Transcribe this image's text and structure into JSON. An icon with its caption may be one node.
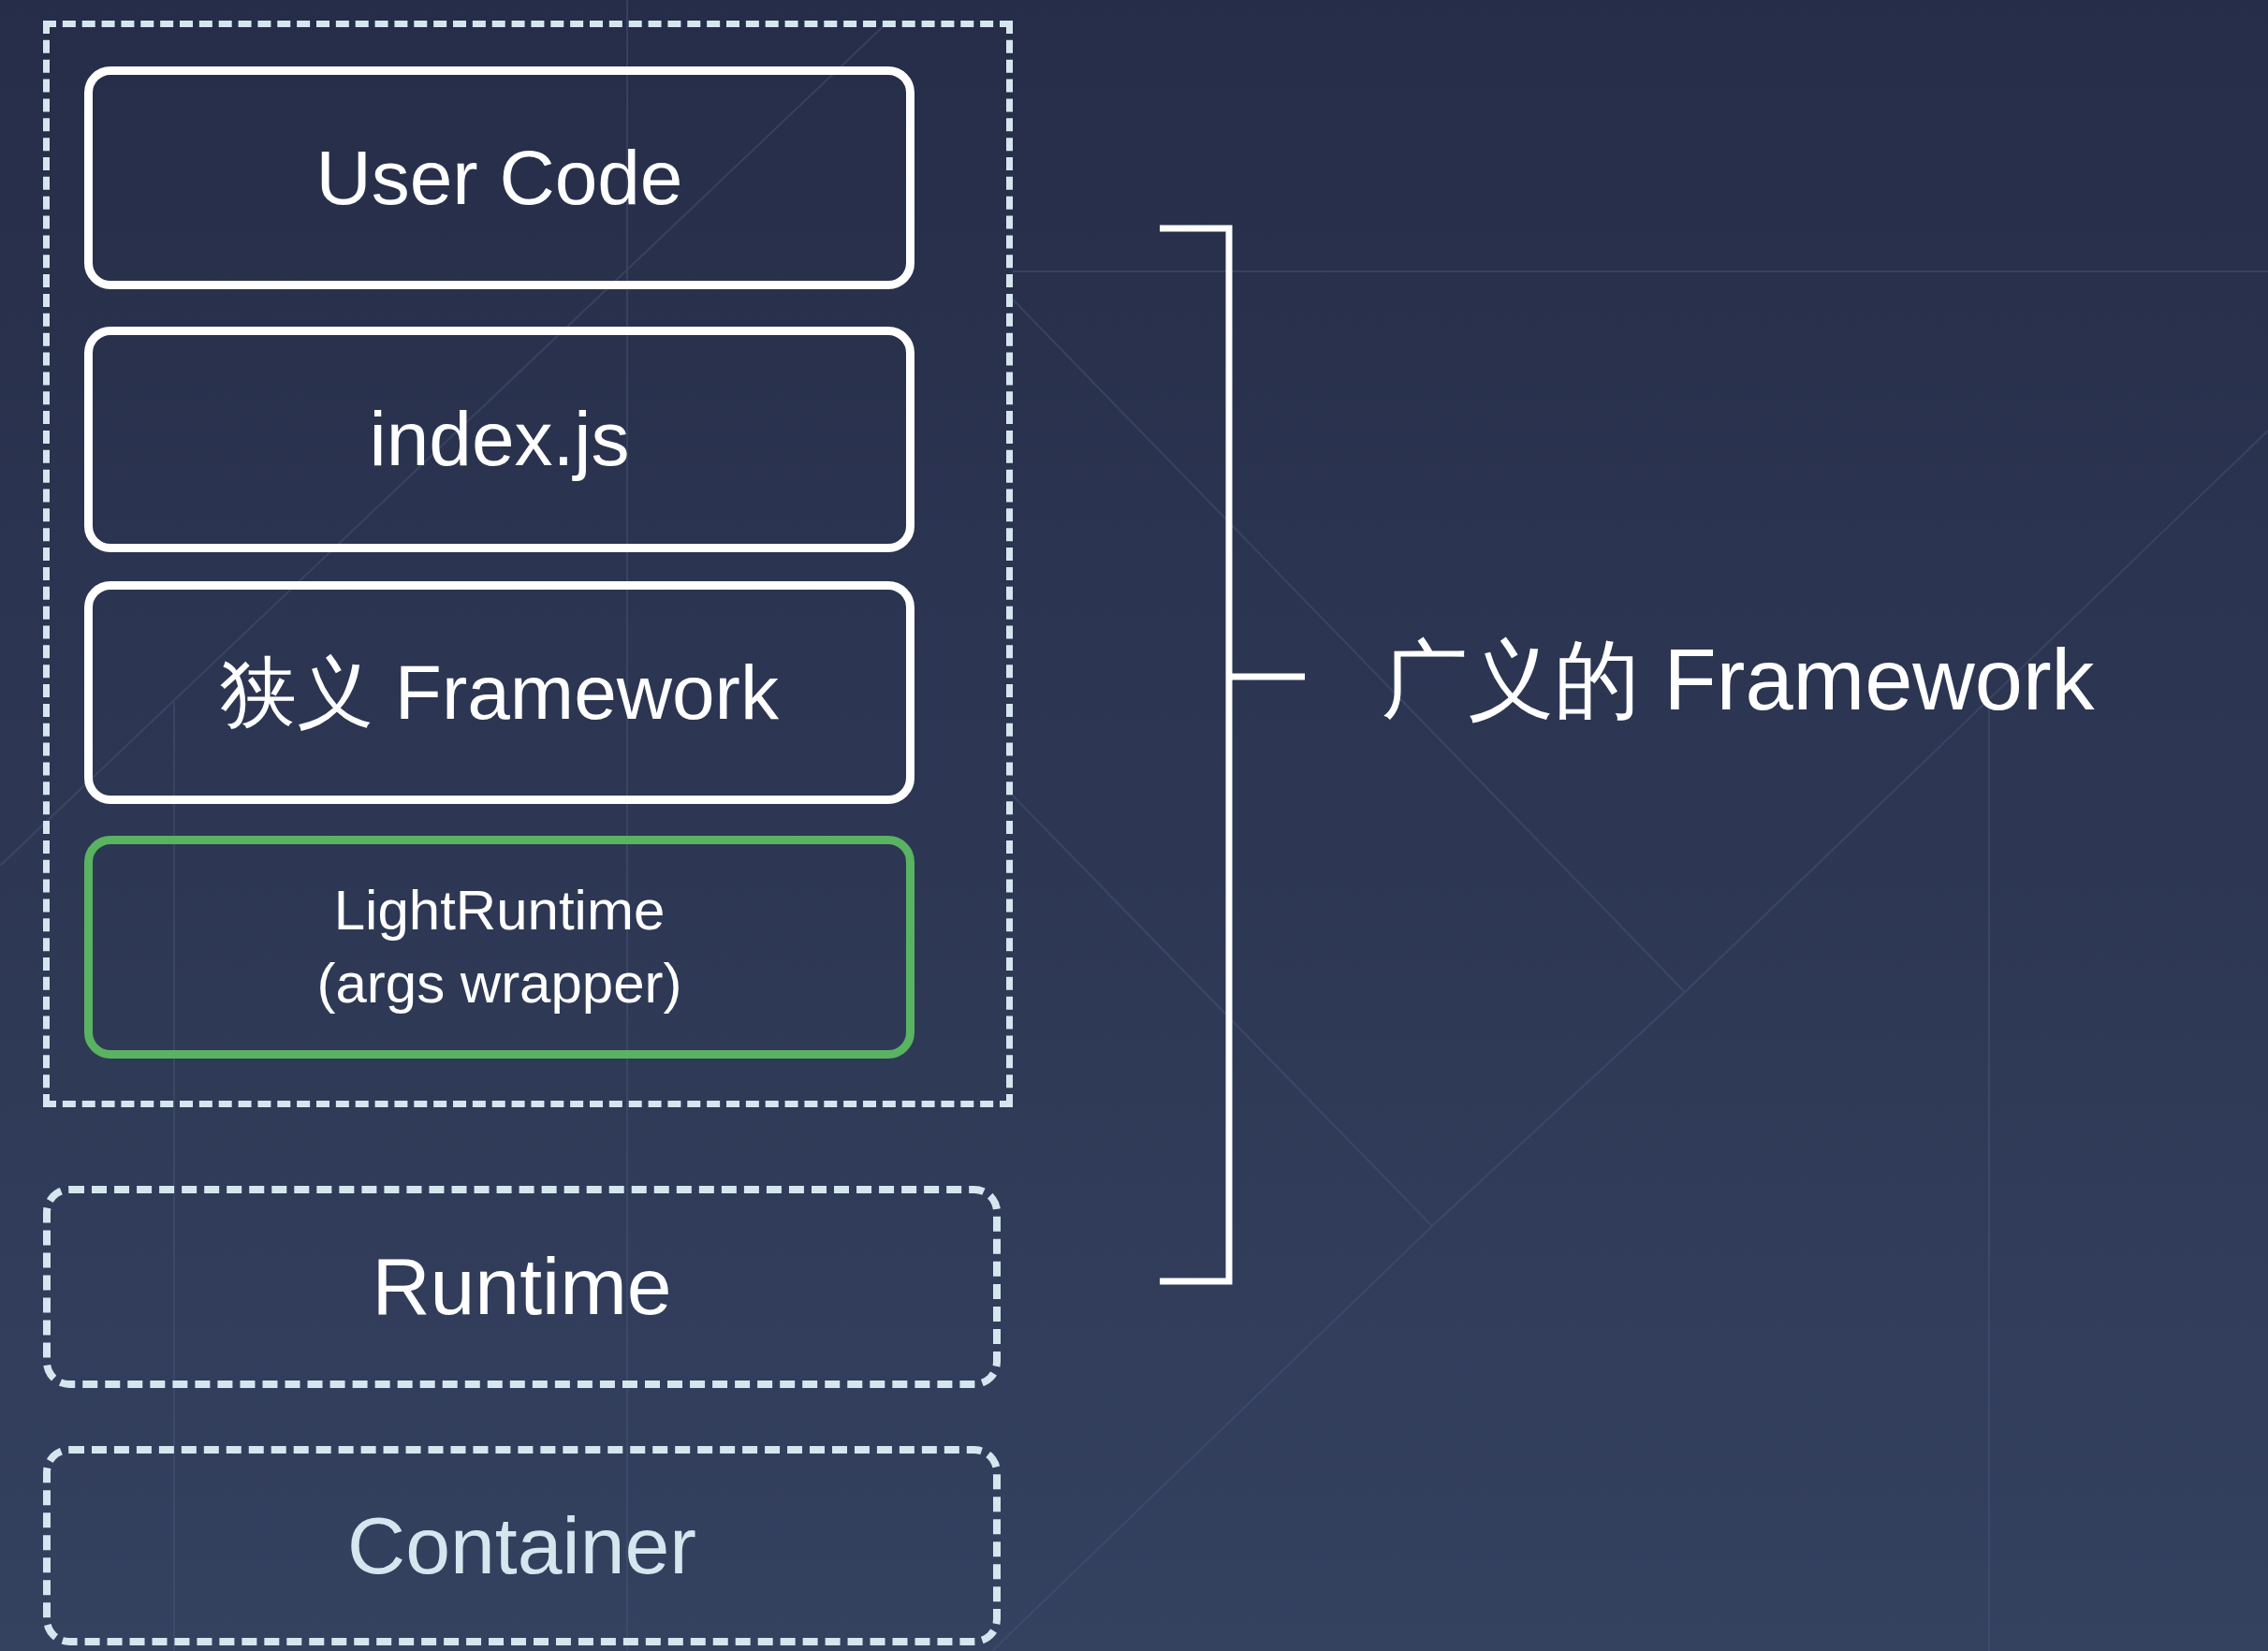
{
  "diagram": {
    "nodes": [
      {
        "text": [],
        "shape": "box"
      },
      {
        "text": [
          "User Code"
        ],
        "in": 0
      },
      {
        "text": [
          "index.js"
        ],
        "in": 0
      },
      {
        "text": [
          "狭义 Framework"
        ],
        "in": 0
      },
      {
        "text": [
          "LightRuntime (args wrapper)"
        ],
        "in": 0
      },
      {
        "text": [
          "Runtime"
        ]
      },
      {
        "text": [
          "Container"
        ]
      }
    ],
    "labels": [
      "广义的 Framework"
    ]
  }
}
